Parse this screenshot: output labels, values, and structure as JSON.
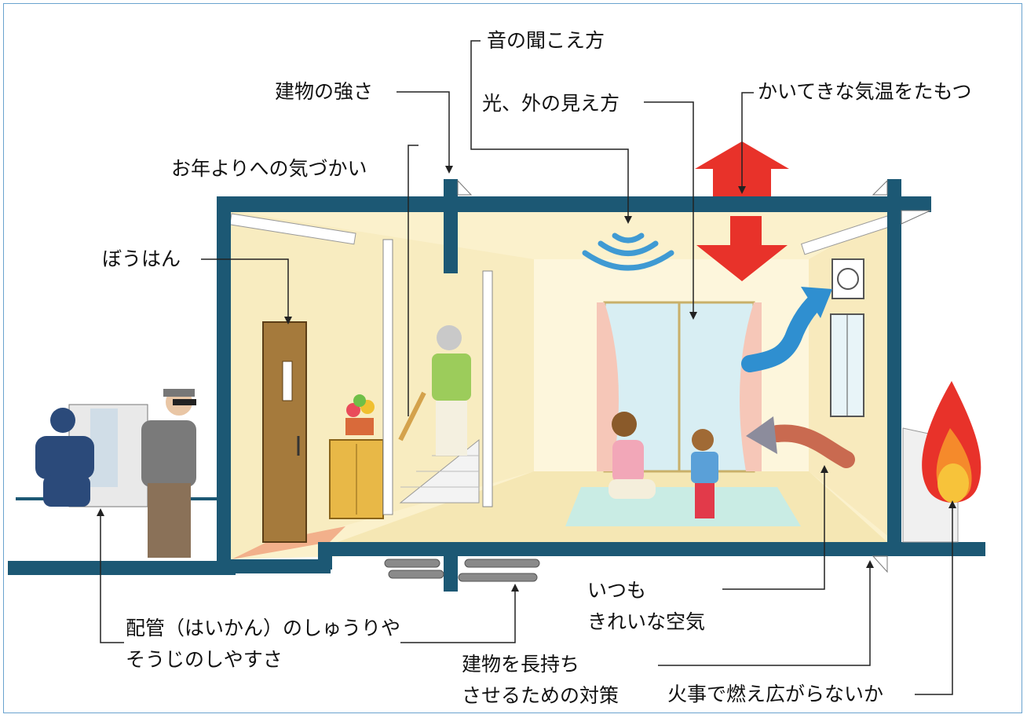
{
  "labels": {
    "sound": "音の聞こえ方",
    "strength": "建物の強さ",
    "light": "光、外の見え方",
    "temperature": "かいてきな気温をたもつ",
    "elderly": "お年よりへの気づかい",
    "security": "ぼうはん",
    "air_line1": "いつも",
    "air_line2": "きれいな空気",
    "piping_line1": "配管（はいかん）のしゅうりや",
    "piping_line2": "そうじのしやすさ",
    "durability_line1": "建物を長持ち",
    "durability_line2": "させるための対策",
    "fire": "火事で燃え広がらないか"
  },
  "colors": {
    "frame": "#1c5874",
    "interior": "#fbf1cc",
    "leader_line": "#222222",
    "arrow_red": "#e8322a",
    "arrow_blue": "#2f8fd0",
    "border": "#6aa3cf"
  }
}
